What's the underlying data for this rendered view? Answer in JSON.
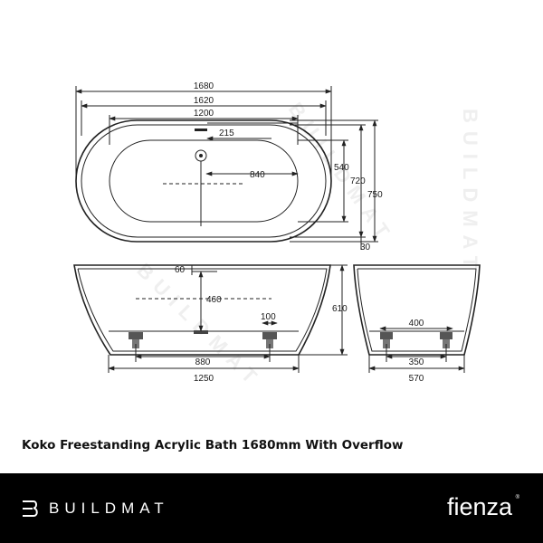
{
  "product": {
    "title": "Koko Freestanding Acrylic Bath 1680mm With Overflow"
  },
  "watermark": {
    "text": "BUILDMAT"
  },
  "plan_view": {
    "overall_length": "1680",
    "rim_length": "1620",
    "base_length": "1200",
    "overflow_offset": "215",
    "waste_offset": "840",
    "inner_width": "540",
    "rim_width": "720",
    "overall_width": "750",
    "rim_thickness": "30"
  },
  "side_view": {
    "overflow_drop": "60",
    "waste_height": "460",
    "overall_height": "610",
    "foot_spacing": "880",
    "foot_offset": "100",
    "base_length": "1250"
  },
  "end_view": {
    "base_width": "400",
    "foot_spacing": "350",
    "overall_width": "570"
  },
  "footer": {
    "background": "#000000",
    "buildmat_label": "BUILDMAT",
    "buildmat_icon": "buildmat-b-icon",
    "fienza_label": "fienza",
    "fienza_mark": "®"
  }
}
